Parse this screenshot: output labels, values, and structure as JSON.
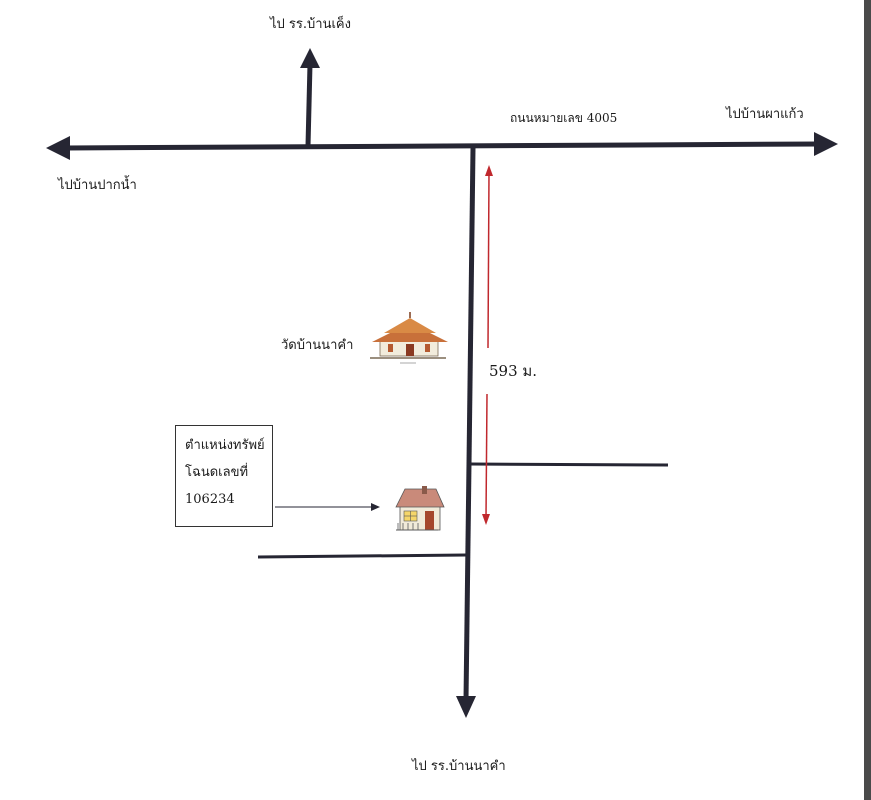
{
  "labels": {
    "north": "ไป รร.บ้านเค็ง",
    "west": "ไปบ้านปากน้ำ",
    "east": "ไปบ้านผาแก้ว",
    "road": "ถนนหมายเลข 4005",
    "south": "ไป รร.บ้านนาคำ",
    "temple": "วัดบ้านนาคำ",
    "distance": "593 ม."
  },
  "property": {
    "line1": "ตำแหน่งทรัพย์",
    "line2": "โฉนดเลขที่",
    "deed_number": "106234"
  },
  "colors": {
    "road": "#262633",
    "measure": "#c0282d",
    "temple_roof": "#c8703a",
    "house_roof": "#c98a7a",
    "house_wall": "#f1ead8",
    "house_door": "#a5472c"
  }
}
